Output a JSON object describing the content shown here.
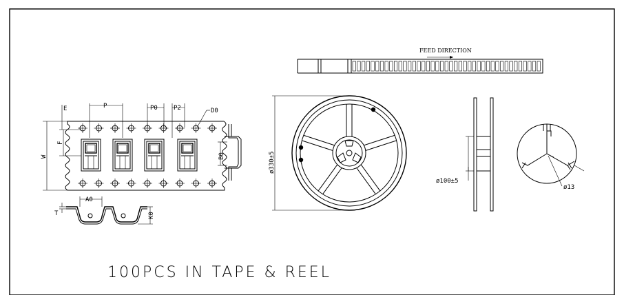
{
  "caption": "100PCS IN TAPE & REEL",
  "feed_direction": "FEED DIRECTION",
  "labels": {
    "E": "E",
    "P": "P",
    "P0": "P0",
    "P2": "P2",
    "D0": "D0",
    "W": "W",
    "F": "F",
    "B0": "B0",
    "A0": "A0",
    "T": "T",
    "K0": "K0",
    "reel_dia": "ø330±5",
    "hub_dia": "ø100±5",
    "arbor_dia": "ø13"
  }
}
